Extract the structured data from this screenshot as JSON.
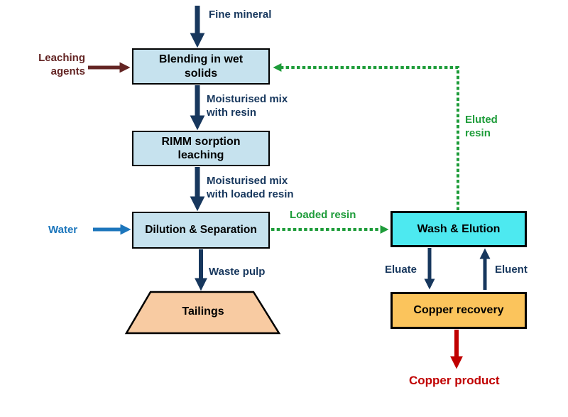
{
  "diagram": {
    "nodes": {
      "blending": {
        "label": [
          "Blending in wet",
          "solids"
        ],
        "fill": "#C6E2EE"
      },
      "rimm": {
        "label": [
          "RIMM sorption",
          "leaching"
        ],
        "fill": "#C6E2EE"
      },
      "dilution": {
        "label": "Dilution & Separation",
        "fill": "#C6E2EE"
      },
      "wash": {
        "label": "Wash & Elution",
        "fill": "#4DE9F0"
      },
      "copper": {
        "label": "Copper recovery",
        "fill": "#FBC45C"
      },
      "tailings": {
        "label": "Tailings",
        "fill": "#F8CBA2",
        "shape": "trapezoid"
      }
    },
    "flows": {
      "fine_mineral": {
        "label": "Fine mineral",
        "color": "#17375D",
        "style": "solid"
      },
      "leaching_agents": {
        "label": [
          "Leaching",
          "agents"
        ],
        "color": "#632423",
        "style": "solid"
      },
      "moisturised_mix_resin": {
        "label": [
          "Moisturised mix",
          "with resin"
        ],
        "color": "#17375D",
        "style": "solid"
      },
      "moisturised_mix_loaded": {
        "label": [
          "Moisturised mix",
          "with loaded resin"
        ],
        "color": "#17375D",
        "style": "solid"
      },
      "water": {
        "label": "Water",
        "color": "#1C76BC",
        "style": "solid"
      },
      "loaded_resin": {
        "label": "Loaded resin",
        "color": "#1E9C3A",
        "style": "dotted"
      },
      "eluted_resin": {
        "label": [
          "Eluted",
          "resin"
        ],
        "color": "#1E9C3A",
        "style": "dotted"
      },
      "waste_pulp": {
        "label": "Waste pulp",
        "color": "#17375D",
        "style": "solid"
      },
      "eluate": {
        "label": "Eluate",
        "color": "#17375D",
        "style": "solid"
      },
      "eluent": {
        "label": "Eluent",
        "color": "#17375D",
        "style": "solid"
      },
      "copper_product": {
        "label": "Copper product",
        "color": "#C00000",
        "style": "solid"
      }
    },
    "colors": {
      "background": "#FFFFFF",
      "box_border": "#000000",
      "box_light_blue": "#C6E2EE",
      "box_cyan": "#4DE9F0",
      "box_orange": "#FBC45C",
      "box_peach": "#F8CBA2",
      "arrow_navy": "#17375D",
      "arrow_maroon": "#632423",
      "arrow_blue": "#1C76BC",
      "arrow_green": "#1E9C3A",
      "arrow_red": "#C00000"
    }
  }
}
